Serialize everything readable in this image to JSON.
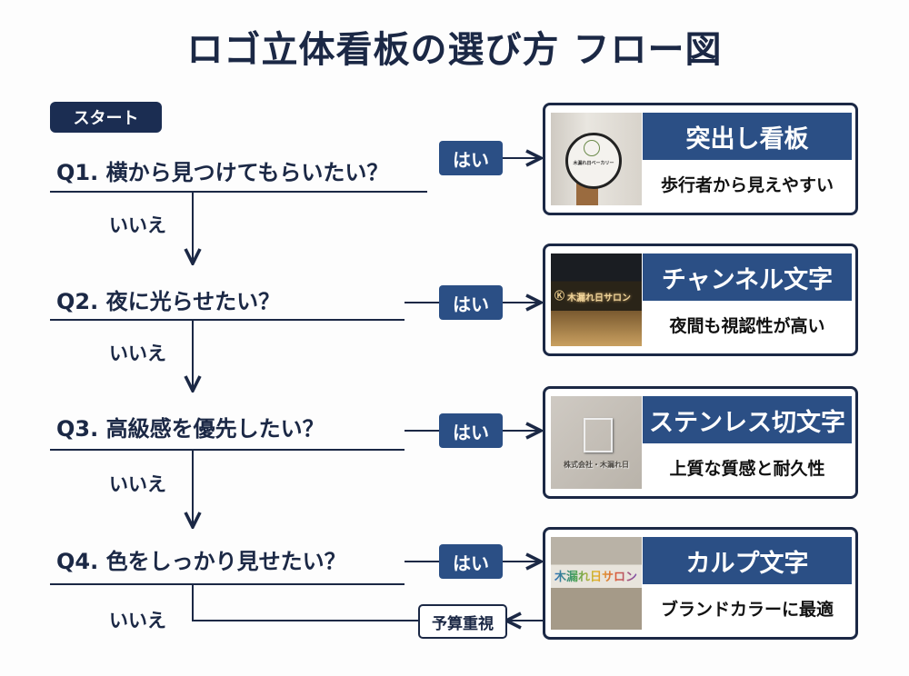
{
  "title": "ロゴ立体看板の選び方 フロー図",
  "start": "スタート",
  "questions": [
    {
      "text": "Q1. 横から見つけてもらいたい？",
      "no": "いいえ",
      "yes": "はい"
    },
    {
      "text": "Q2. 夜に光らせたい？",
      "no": "いいえ",
      "yes": "はい"
    },
    {
      "text": "Q3. 高級感を優先したい？",
      "no": "いいえ",
      "yes": "はい"
    },
    {
      "text": "Q4. 色をしっかり見せたい？",
      "no": "いいえ",
      "yes": "はい"
    }
  ],
  "cards": [
    {
      "title": "突出し看板",
      "subtitle": "歩行者から見えやすい",
      "image_sign": "木漏れ日ベーカリー"
    },
    {
      "title": "チャンネル文字",
      "subtitle": "夜間も視認性が高い",
      "image_sign": "木漏れ日サロン"
    },
    {
      "title": "ステンレス切文字",
      "subtitle": "上質な質感と耐久性",
      "image_sign": "株式会社・木漏れ日"
    },
    {
      "title": "カルプ文字",
      "subtitle": "ブランドカラーに最適",
      "image_sign": "木漏れ日サロン"
    }
  ],
  "budget": "予算重視",
  "colors": {
    "navy": "#1b2845",
    "blue": "#2b4f85"
  }
}
